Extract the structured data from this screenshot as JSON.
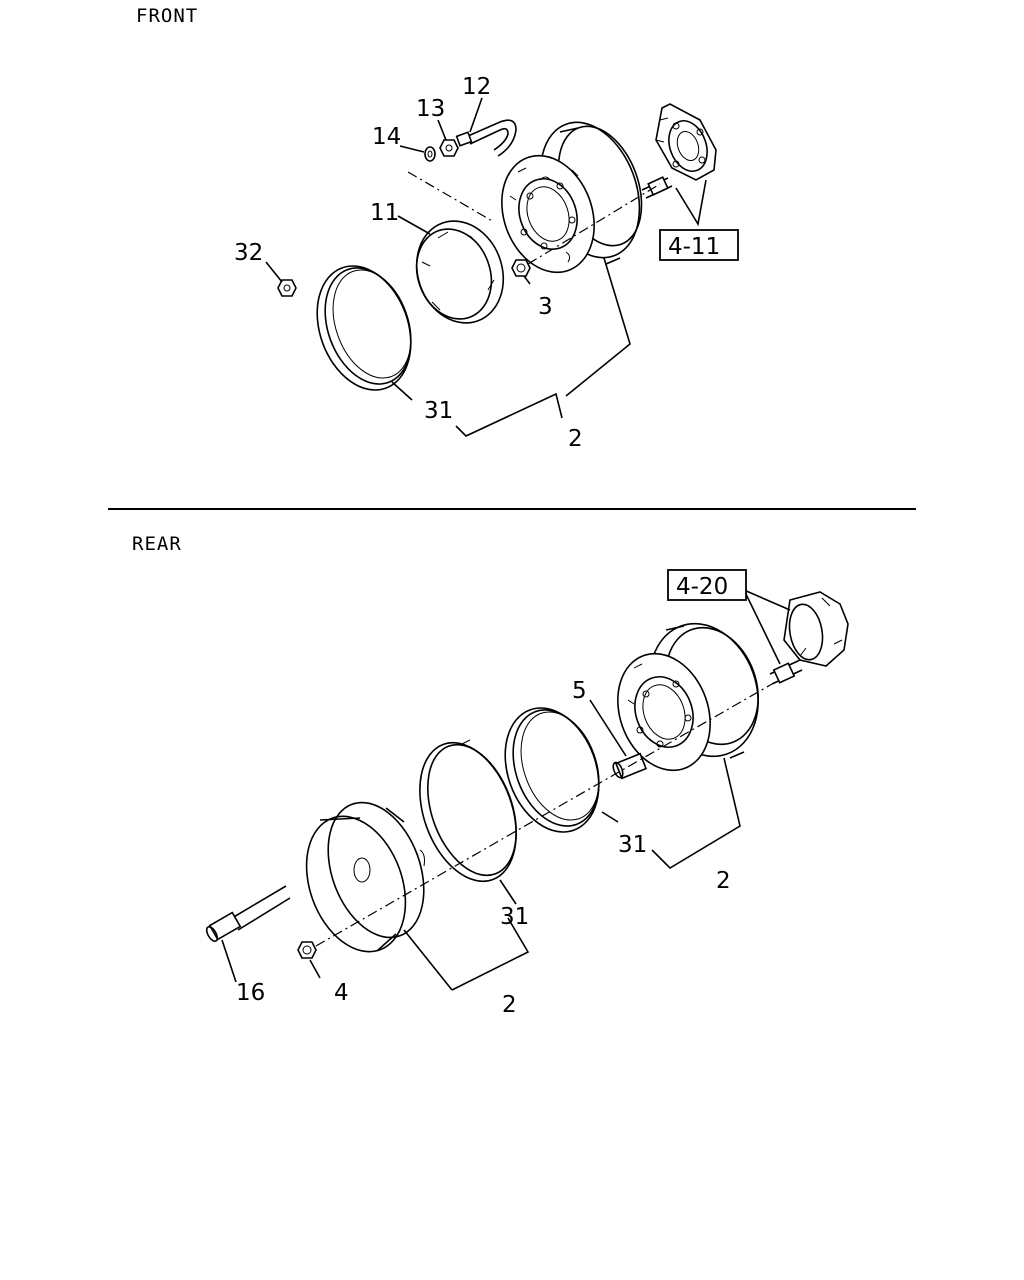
{
  "sections": {
    "front": "FRONT",
    "rear": "REAR"
  },
  "callouts": {
    "front_12": "12",
    "front_13": "13",
    "front_14": "14",
    "front_11": "11",
    "front_32": "32",
    "front_3": "3",
    "front_31": "31",
    "front_2": "2",
    "rear_5": "5",
    "rear_31a": "31",
    "rear_2a": "2",
    "rear_31b": "31",
    "rear_16": "16",
    "rear_4": "4",
    "rear_2b": "2"
  },
  "references": {
    "front_ref": "4-11",
    "rear_ref": "4-20"
  }
}
